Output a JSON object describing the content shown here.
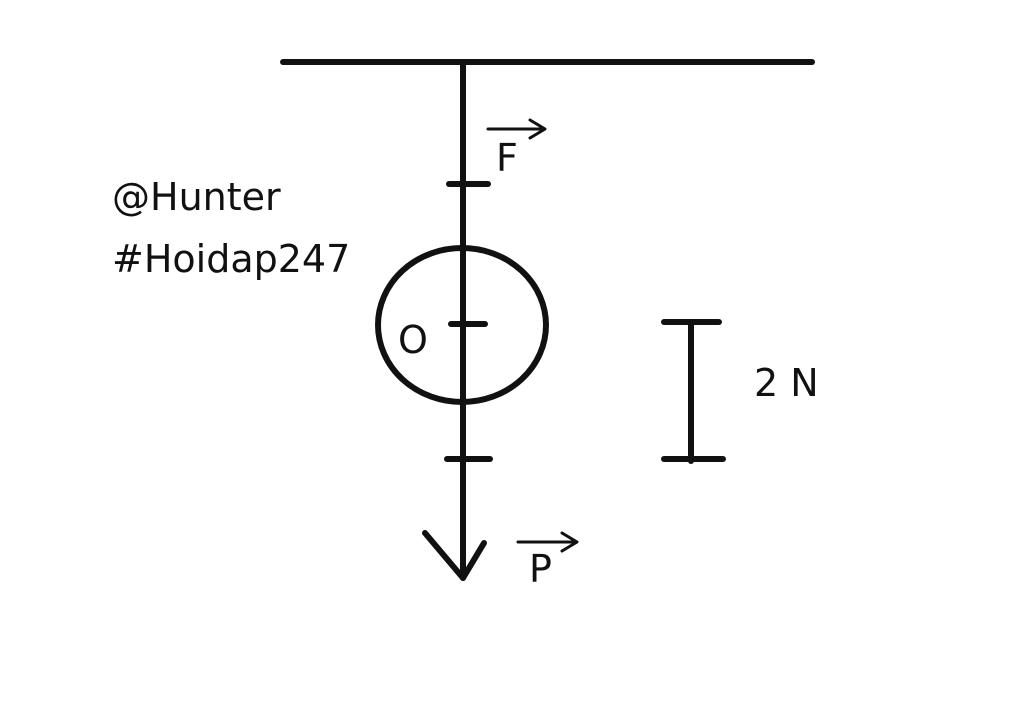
{
  "credits": {
    "author": "@Hunter",
    "tag": "#Hoidap247"
  },
  "labels": {
    "force_top": "F",
    "force_bottom": "P",
    "center": "O",
    "scale": "2 N"
  },
  "colors": {
    "ink": "#111111",
    "background": "#ffffff"
  }
}
